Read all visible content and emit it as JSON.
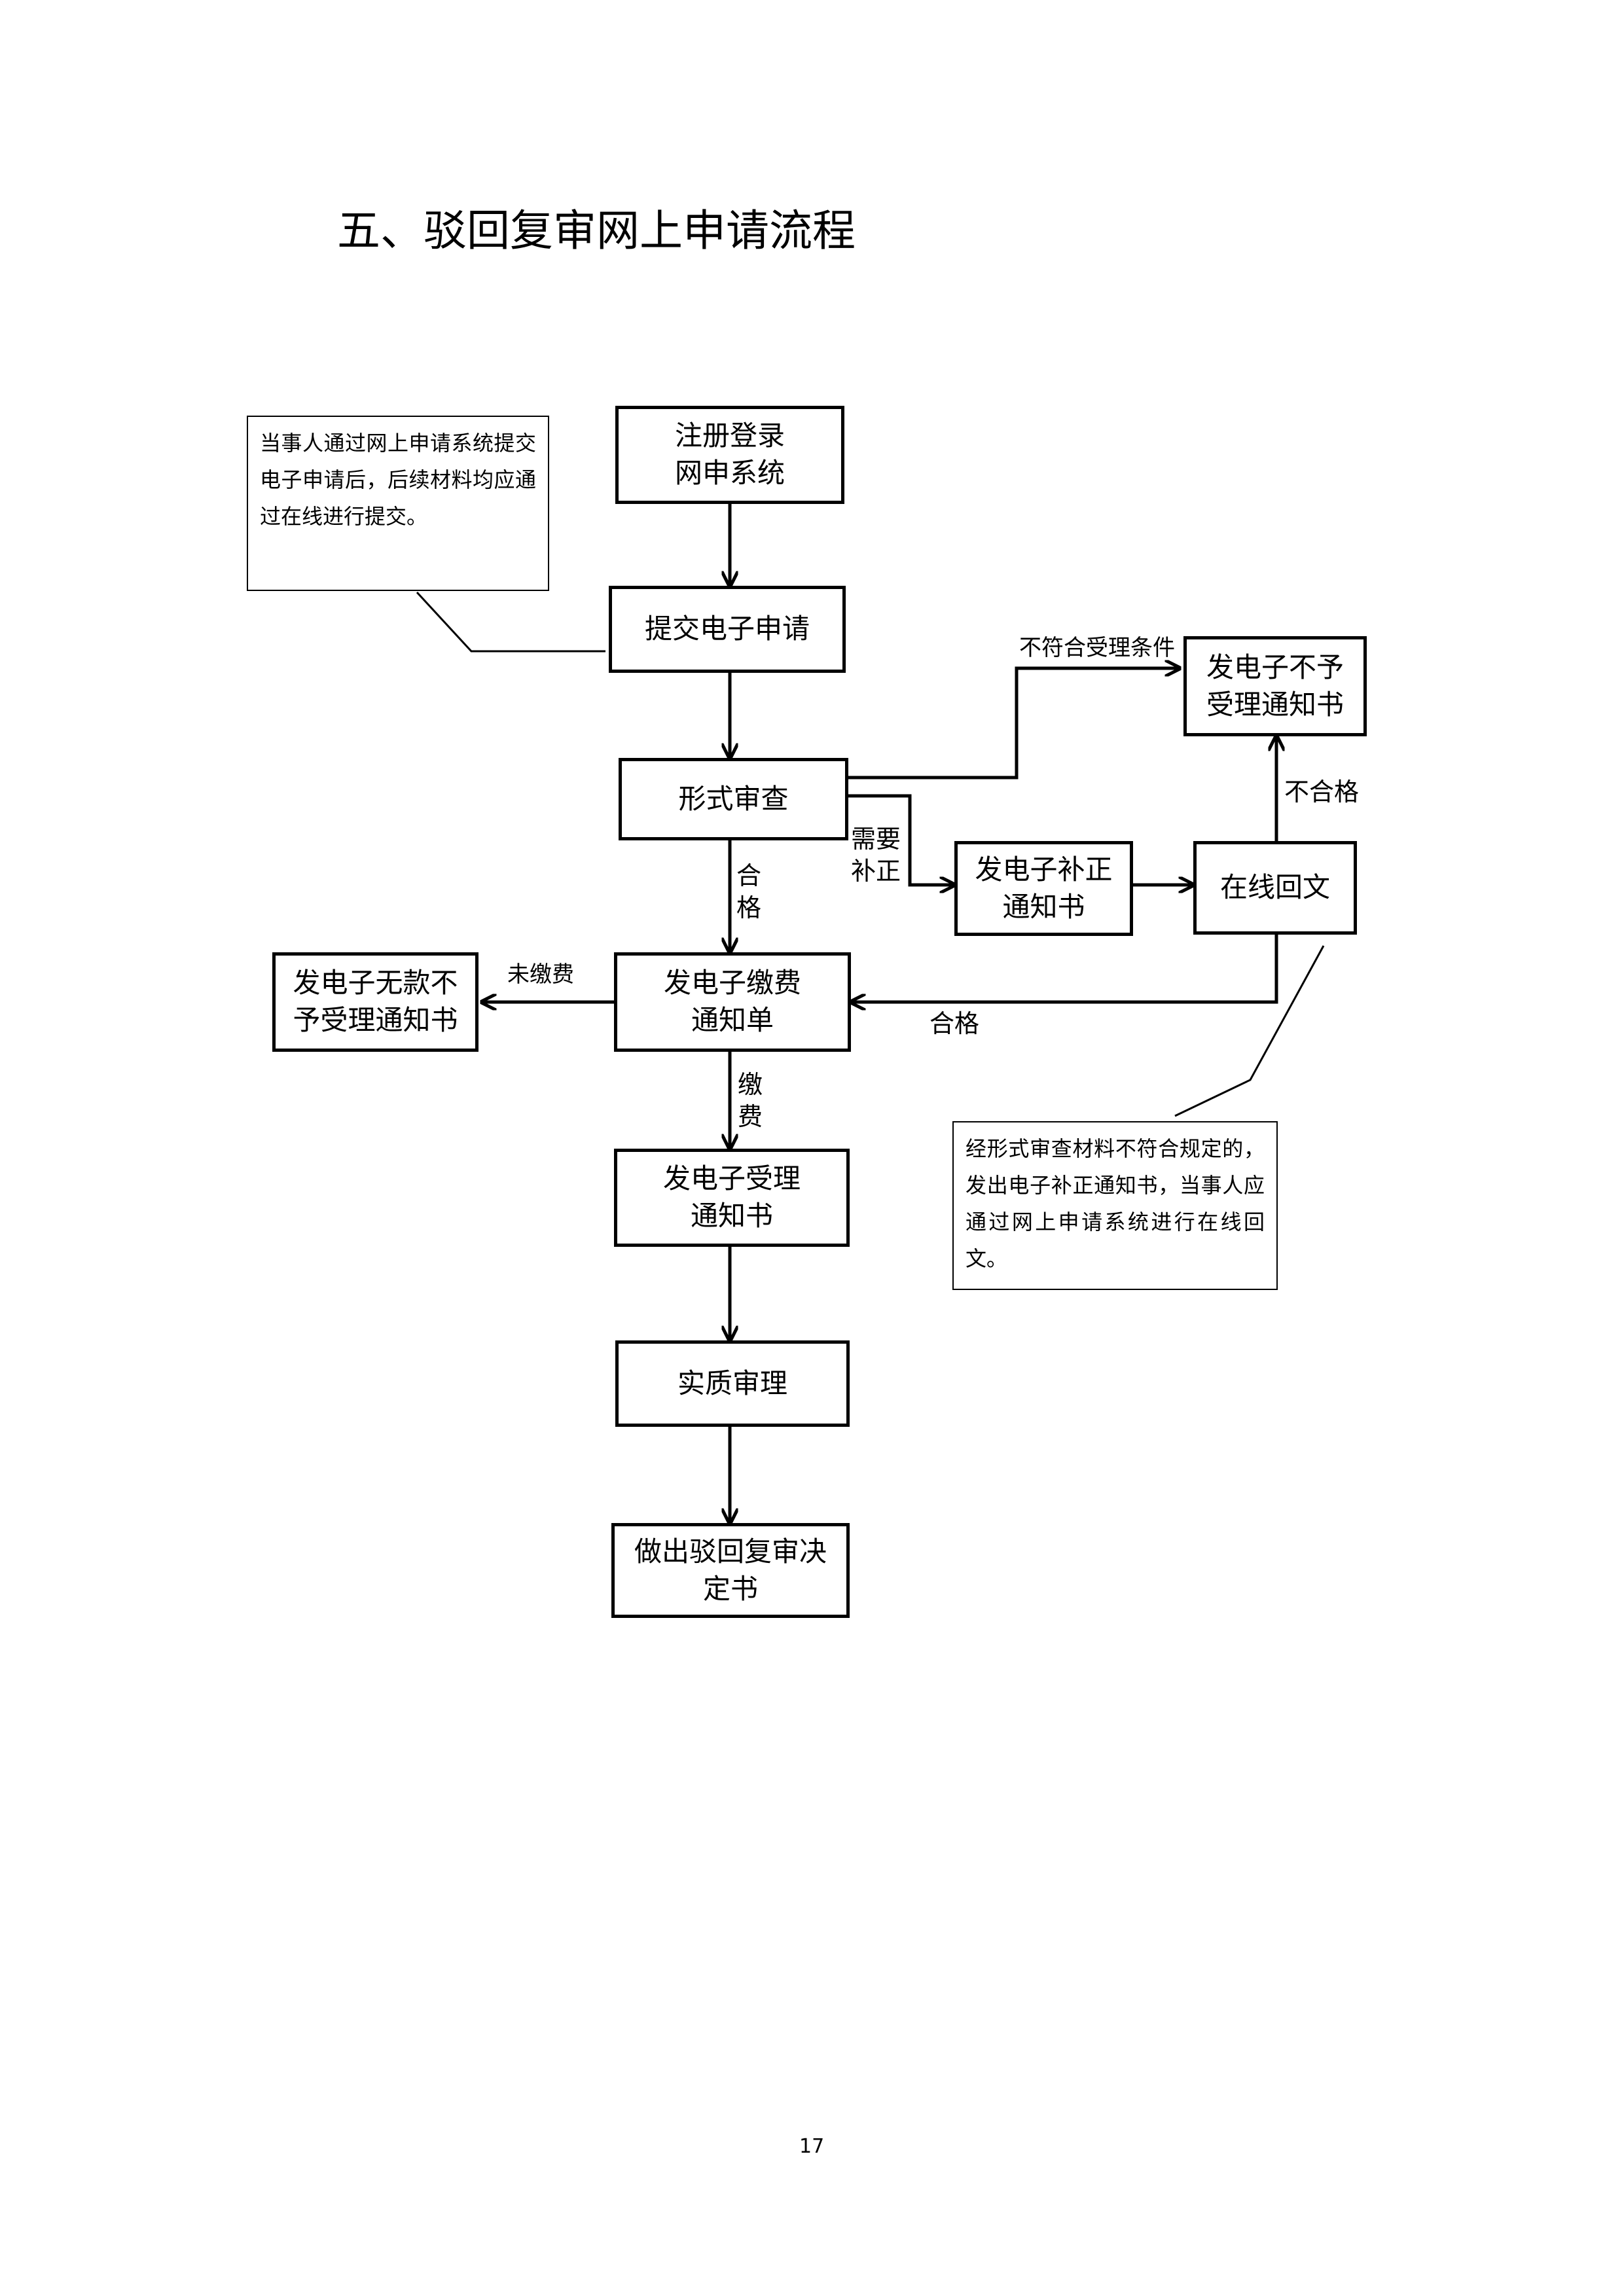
{
  "title": "五、驳回复审网上申请流程",
  "nodes": {
    "register": "注册登录\n网申系统",
    "submit": "提交电子申请",
    "formal_review": "形式审查",
    "no_accept": "发电子不予\n受理通知书",
    "correction": "发电子补正\n通知书",
    "online_reply": "在线回文",
    "fee_notice": "发电子缴费\n通知单",
    "no_fee_reject": "发电子无款不\n予受理通知书",
    "accept_notice": "发电子受理\n通知书",
    "substantive": "实质审理",
    "decision": "做出驳回复审决\n定书"
  },
  "notes": {
    "top_left": "当事人通过网上申请系统提交电子申请后，后续材料均应通过在线进行提交。",
    "bottom_right": "经形式审查材料不符合规定的，发出电子补正通知书，当事人应通过网上申请系统进行在线回文。"
  },
  "labels": {
    "not_meet": "不符合受理条件",
    "need_correction": "需要\n补正",
    "pass_vertical": "合格",
    "not_pass": "不合格",
    "pass_horizontal": "合格",
    "unpaid": "未缴费",
    "paid": "缴费"
  },
  "page_number": "17"
}
